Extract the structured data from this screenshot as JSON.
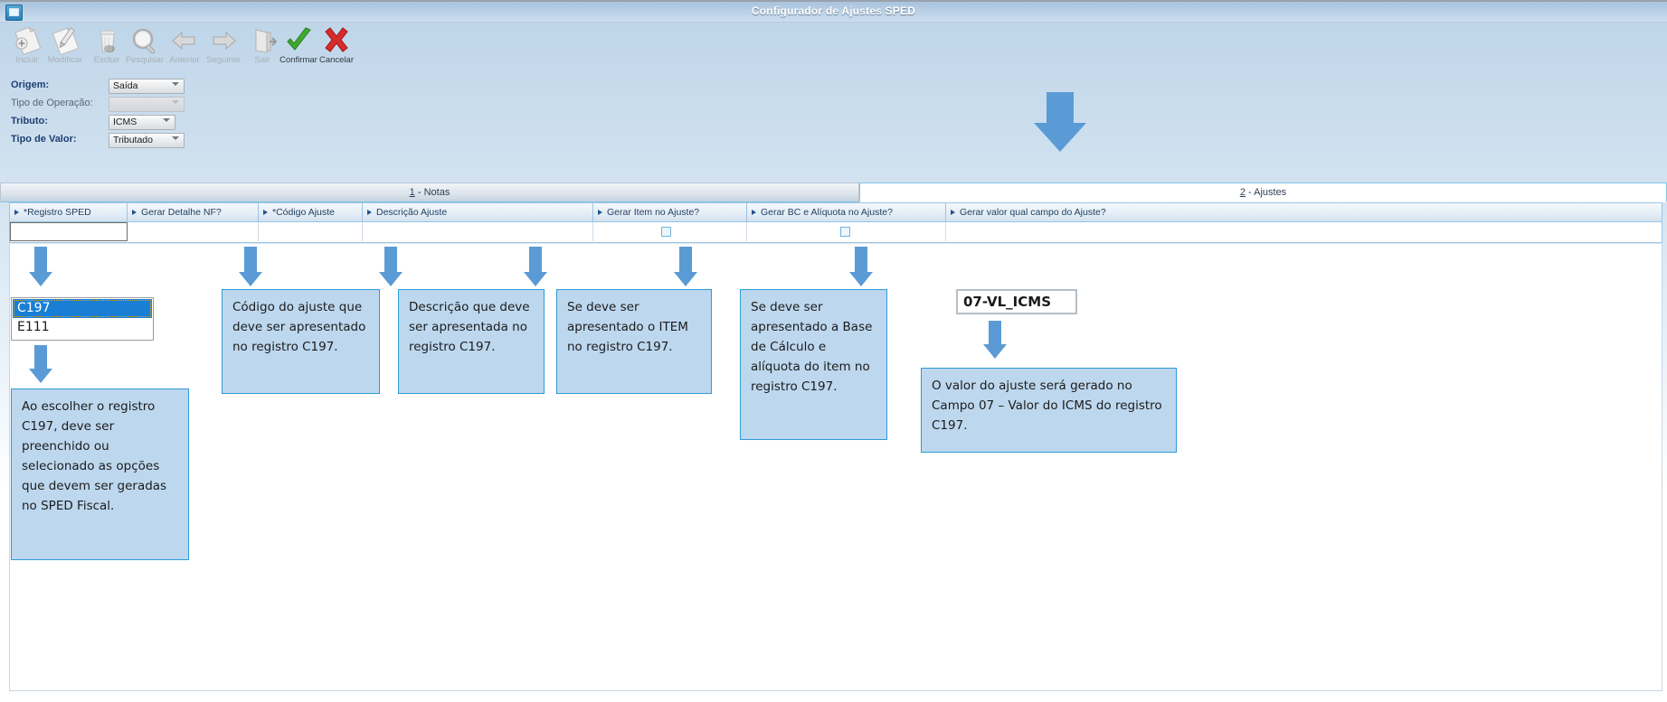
{
  "window": {
    "title": "Configurador de Ajustes SPED",
    "sysmenu_icon": "window-restore-icon"
  },
  "toolbar": {
    "buttons": [
      {
        "label": "Incluir",
        "icon": "new-document-plus-icon",
        "state": "disabled"
      },
      {
        "label": "Modificar",
        "icon": "edit-pencil-icon",
        "state": "disabled"
      },
      {
        "label": "Excluir",
        "icon": "trash-can-icon",
        "state": "disabled"
      },
      {
        "label": "Pesquisar",
        "icon": "magnifier-icon",
        "state": "disabled"
      },
      {
        "label": "Anterior",
        "icon": "arrow-left-icon",
        "state": "disabled"
      },
      {
        "label": "Seguinte",
        "icon": "arrow-right-icon",
        "state": "disabled"
      },
      {
        "label": "Sair",
        "icon": "exit-door-icon",
        "state": "disabled"
      },
      {
        "label": "Confirmar",
        "icon": "green-check-icon",
        "state": "enabled"
      },
      {
        "label": "Cancelar",
        "icon": "red-x-icon",
        "state": "enabled"
      }
    ]
  },
  "form": {
    "fields": [
      {
        "label": "Origem:",
        "value": "Saída",
        "disabled": false
      },
      {
        "label": "Tipo de Operação:",
        "value": "",
        "disabled": true
      },
      {
        "label": "Tributo:",
        "value": "ICMS",
        "disabled": false
      },
      {
        "label": "Tipo de Valor:",
        "value": "Tributado",
        "disabled": false
      }
    ]
  },
  "tabs": [
    {
      "num": "1",
      "label": "- Notas",
      "active": false
    },
    {
      "num": "2",
      "label": "- Ajustes",
      "active": true
    }
  ],
  "grid": {
    "columns": [
      {
        "header": "*Registro SPED"
      },
      {
        "header": "Gerar Detalhe NF?"
      },
      {
        "header": "*Código Ajuste"
      },
      {
        "header": "Descrição Ajuste"
      },
      {
        "header": "Gerar Item no Ajuste?"
      },
      {
        "header": "Gerar BC e Alíquota no Ajuste?"
      },
      {
        "header": "Gerar valor qual campo do Ajuste?"
      }
    ],
    "row": {
      "registro_sped": "",
      "gerar_detalhe_nf": "",
      "codigo_ajuste": "",
      "descricao_ajuste": "",
      "gerar_item_no_ajuste": "unchecked",
      "gerar_bc_aliquota_no_ajuste": "unchecked",
      "gerar_valor_campo_ajuste": ""
    }
  },
  "dropdown": {
    "name": "registro-sped-options",
    "options": [
      {
        "value": "C197",
        "selected": true
      },
      {
        "value": "E111",
        "selected": false
      }
    ]
  },
  "value_box": {
    "text": "07-VL_ICMS"
  },
  "callouts": [
    {
      "id": "registro-sped-note",
      "text": "Ao escolher o registro C197, deve ser preenchido ou selecionado as opções que devem ser geradas no SPED Fiscal."
    },
    {
      "id": "codigo-ajuste-note",
      "text": "Código do ajuste que deve ser apresentado no registro C197."
    },
    {
      "id": "descricao-ajuste-note",
      "text": "Descrição que deve ser apresentada no registro C197."
    },
    {
      "id": "gerar-item-note",
      "text": "Se deve ser apresentado o ITEM no registro C197."
    },
    {
      "id": "gerar-bc-aliquota-note",
      "text": "Se deve ser apresentado a Base de Cálculo e alíquota do item no registro C197."
    },
    {
      "id": "valor-campo-note",
      "text": "O valor do ajuste será gerado no Campo 07 – Valor do ICMS do registro C197."
    }
  ],
  "colors": {
    "callout_fill": "#bdd7ee",
    "callout_border": "#2e9bd6",
    "arrow": "#5b9bd5",
    "selection": "#1a7fd4",
    "label_text": "#1f3f73"
  }
}
